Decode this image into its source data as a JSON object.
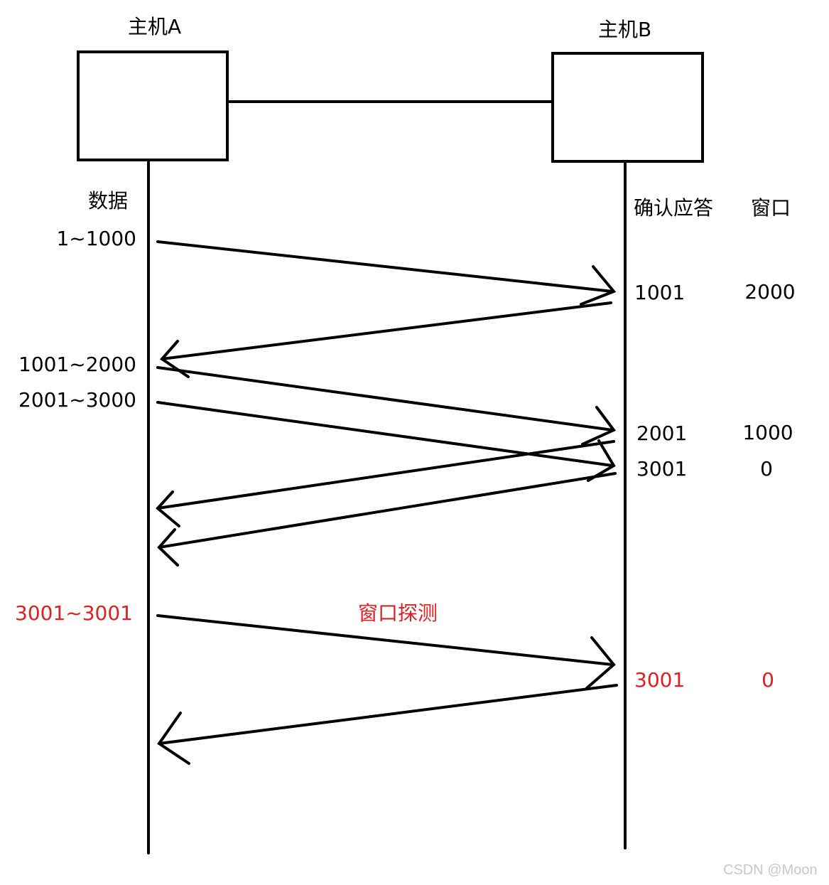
{
  "hosts": {
    "a_title": "主机A",
    "b_title": "主机B"
  },
  "headers": {
    "data": "数据",
    "ack": "确认应答",
    "window": "窗口"
  },
  "sender_ranges": [
    "1~1000",
    "1001~2000",
    "2001~3000"
  ],
  "probe": {
    "range": "3001~3001",
    "label": "窗口探测",
    "ack": "3001",
    "window": "0"
  },
  "acks": [
    {
      "ack": "1001",
      "window": "2000"
    },
    {
      "ack": "2001",
      "window": "1000"
    },
    {
      "ack": "3001",
      "window": "0"
    }
  ],
  "watermark": "CSDN @Moon",
  "colors": {
    "line": "#000000",
    "highlight": "#e02020"
  }
}
